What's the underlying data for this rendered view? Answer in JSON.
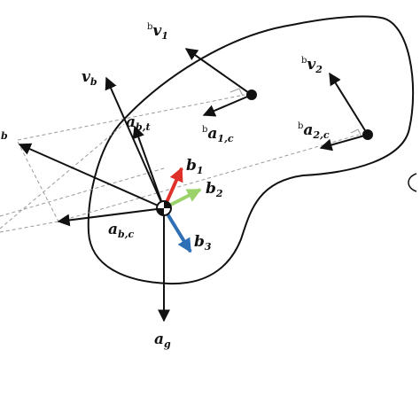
{
  "labels": {
    "bv1": {
      "sup": "b",
      "main": "v",
      "sub": "1"
    },
    "bv2": {
      "sup": "b",
      "main": "v",
      "sub": "2"
    },
    "vb": {
      "main": "v",
      "sub": "b"
    },
    "abt": {
      "main": "a",
      "sub": "b,t"
    },
    "ba1c": {
      "sup": "b",
      "main": "a",
      "sub": "1,c"
    },
    "ba2c": {
      "sup": "b",
      "main": "a",
      "sub": "2,c"
    },
    "b1": {
      "main": "b",
      "sub": "1"
    },
    "b2": {
      "main": "b",
      "sub": "2"
    },
    "b3": {
      "main": "b",
      "sub": "3"
    },
    "abc": {
      "main": "a",
      "sub": "b,c"
    },
    "ag": {
      "main": "a",
      "sub": "g"
    },
    "left_cut": {
      "sub": "b"
    }
  },
  "colors": {
    "stroke": "#111111",
    "dashed": "#9a9a9a",
    "b1": "#e0302a",
    "b2": "#9bd36a",
    "b3": "#2f6fb5"
  }
}
